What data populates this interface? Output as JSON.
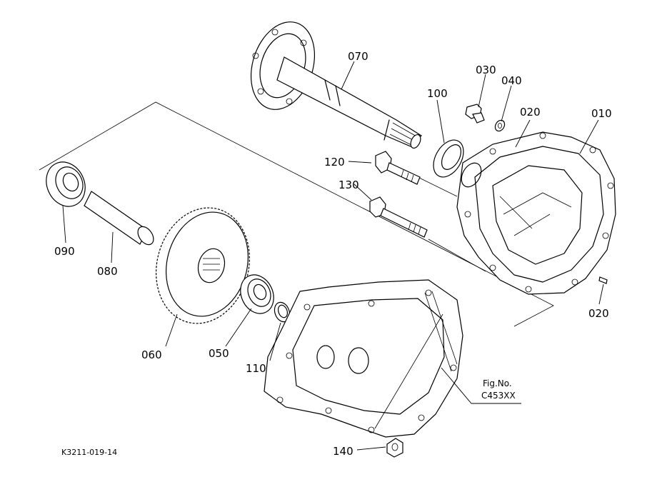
{
  "labels": {
    "p010": "010",
    "p020a": "020",
    "p020b": "020",
    "p030": "030",
    "p040": "040",
    "p050": "050",
    "p060": "060",
    "p070": "070",
    "p080": "080",
    "p090": "090",
    "p100": "100",
    "p110": "110",
    "p120": "120",
    "p130": "130",
    "p140": "140"
  },
  "figure_ref": {
    "line1": "Fig.No.",
    "line2": "C453XX"
  },
  "drawing_code": "K3211-019-14"
}
